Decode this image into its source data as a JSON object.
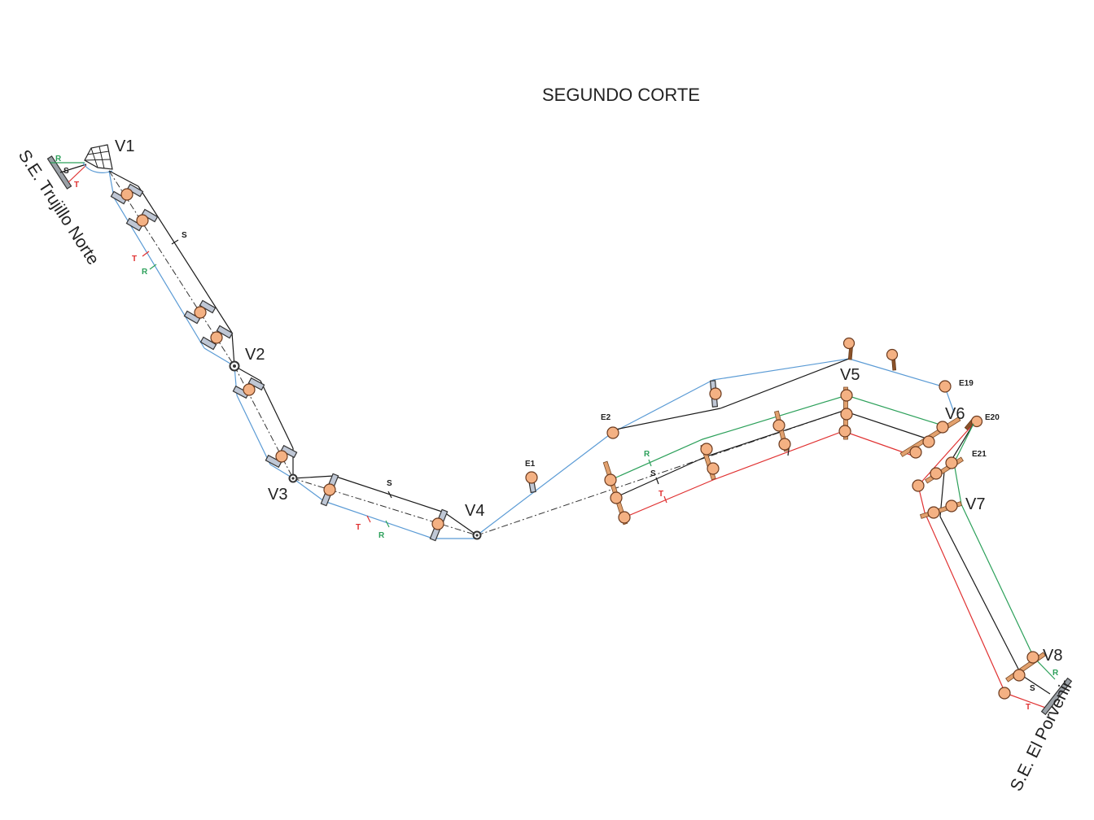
{
  "title": "SEGUNDO CORTE",
  "stations": {
    "start": "S.E. Trujillo Norte",
    "end": "S.E. El Porvenir"
  },
  "vertices": [
    "V1",
    "V2",
    "V3",
    "V4",
    "V5",
    "V6",
    "V7",
    "V8"
  ],
  "structures": [
    "E1",
    "E2",
    "E19",
    "E20",
    "E21"
  ],
  "phases": {
    "r": "R",
    "s": "S",
    "t": "T"
  },
  "colors": {
    "phase_r": "#2ca05a",
    "phase_s": "#1a1a1a",
    "phase_t": "#e03131",
    "circuit": "#5b9bd5",
    "pole": "#f4b183"
  }
}
